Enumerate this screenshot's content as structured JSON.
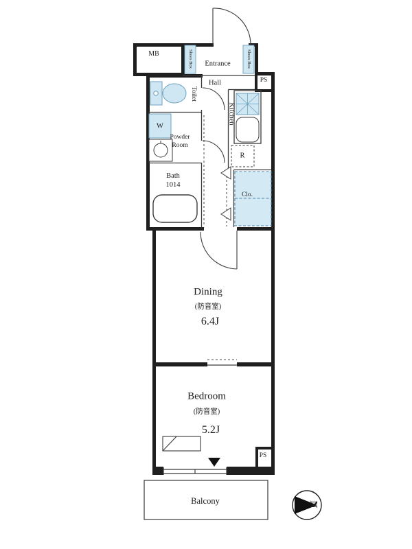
{
  "colors": {
    "fixture_fill": "#cfe7f3",
    "fixture_stroke": "#6fa0bd",
    "closet_fill": "#d3e9f4",
    "wall": "#1f1f1f"
  },
  "labels": {
    "mb": "MB",
    "entrance": "Entrance",
    "shoes_box_left": "Shoes Box",
    "shoes_box_right": "Shoes Box",
    "ps_top": "PS",
    "ps_bottom": "PS",
    "hall": "Hall",
    "toilet": "Toilet",
    "kitchen": "Kitchen",
    "washer": "W",
    "powder_room": "Powder\nRoom",
    "bath": "Bath\n1014",
    "refrigerator": "R",
    "closet": "Clo.",
    "dining": {
      "name": "Dining",
      "note": "(防音室)",
      "size": "6.4J"
    },
    "bedroom": {
      "name": "Bedroom",
      "note": "(防音室)",
      "size": "5.2J"
    },
    "balcony": "Balcony",
    "compass_north": "N"
  }
}
